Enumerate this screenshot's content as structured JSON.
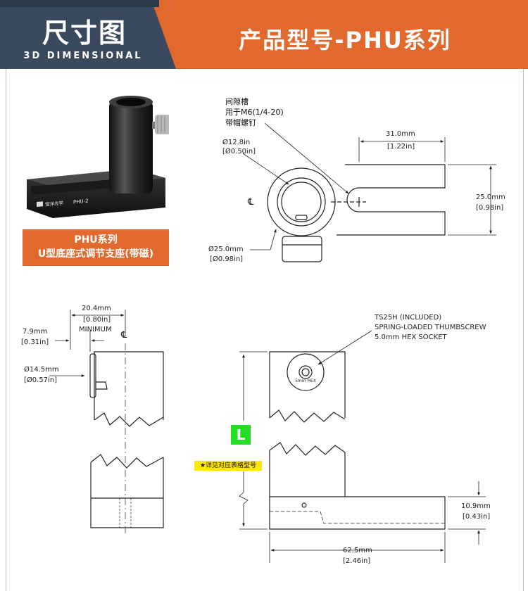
{
  "header": {
    "title_cn": "尺寸图",
    "title_en": "3D DIMENSIONAL",
    "product": "产品型号-PHU系列"
  },
  "photo": {
    "brand": "恒洋光学",
    "model": "PHU-2"
  },
  "caption": {
    "line1": "PHU系列",
    "line2": "U型底座式调节支座(带磁)"
  },
  "top_view": {
    "note_line1": "间隙槽",
    "note_line2": "用于M6(1/4-20)",
    "note_line3": "带帽螺钉",
    "d_bore_mm": "Ø12.8in",
    "d_bore_in": "[Ø0.50in]",
    "width_mm": "31.0mm",
    "width_in": "[1.22in]",
    "height_mm": "25.0mm",
    "height_in": "[0.98in]",
    "d_outer_mm": "Ø25.0mm",
    "d_outer_in": "[Ø0.98in]",
    "centerline": "℄"
  },
  "side_view": {
    "w_mm": "20.4mm",
    "w_in": "[0.80in]",
    "w_note": "MINIMUM",
    "t_mm": "7.9mm",
    "t_in": "[0.31in]",
    "d_mm": "Ø14.5mm",
    "d_in": "[Ø0.57in]",
    "centerline": "℄"
  },
  "front_view": {
    "screw_l1": "TS25H (INCLUDED)",
    "screw_l2": "SPRING-LOADED THUMBSCREW",
    "screw_l3": "5.0mm HEX SOCKET",
    "hex_label": "5mm HEX",
    "base_h_mm": "10.9mm",
    "base_h_in": "[0.43in]",
    "len_mm": "62.5mm",
    "len_in": "[2.46in]"
  },
  "badge": {
    "letter": "L",
    "note": "★详见对应表格型号"
  },
  "colors": {
    "accent": "#e2692e",
    "dark": "#3a4a5e",
    "badge": "#22dd22",
    "note": "#ffe800"
  }
}
